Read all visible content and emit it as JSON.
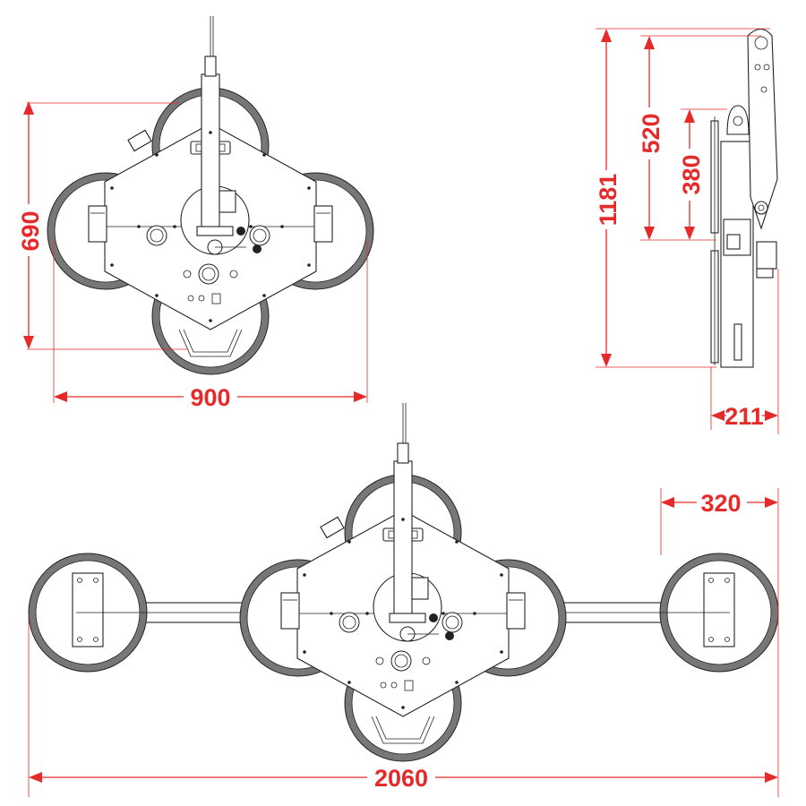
{
  "dimensions": {
    "front_width": "900",
    "front_height": "690",
    "side_total_height": "1181",
    "side_upper_height": "520",
    "side_cup_height": "380",
    "side_depth": "211",
    "extended_cup_width": "320",
    "extended_total_width": "2060"
  },
  "colors": {
    "dimension": "#e62a2a",
    "ink": "#222222",
    "cup_rim": "#777777"
  }
}
